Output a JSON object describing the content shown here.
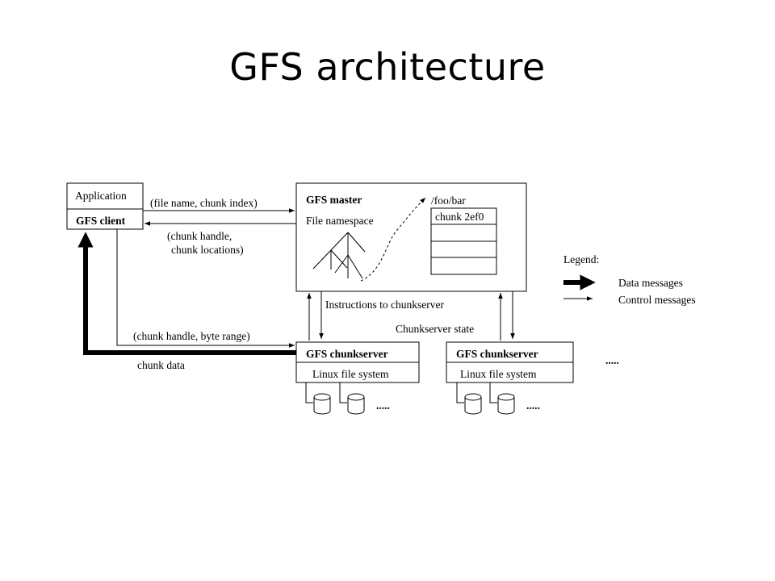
{
  "title": "GFS architecture",
  "client": {
    "application": "Application",
    "gfs_client": "GFS client"
  },
  "master": {
    "title": "GFS master",
    "namespace": "File namespace",
    "path": "/foo/bar",
    "chunk": "chunk 2ef0"
  },
  "messages": {
    "request": "(file name, chunk index)",
    "reply_line1": "(chunk handle,",
    "reply_line2": "chunk locations)",
    "data_request": "(chunk handle, byte range)",
    "chunk_data": "chunk data",
    "instructions": "Instructions to chunkserver",
    "state": "Chunkserver state"
  },
  "chunkservers": [
    {
      "title": "GFS chunkserver",
      "fs": "Linux file system"
    },
    {
      "title": "GFS chunkserver",
      "fs": "Linux file system"
    }
  ],
  "ellipsis": ".....",
  "legend": {
    "title": "Legend:",
    "data": "Data messages",
    "control": "Control messages"
  }
}
